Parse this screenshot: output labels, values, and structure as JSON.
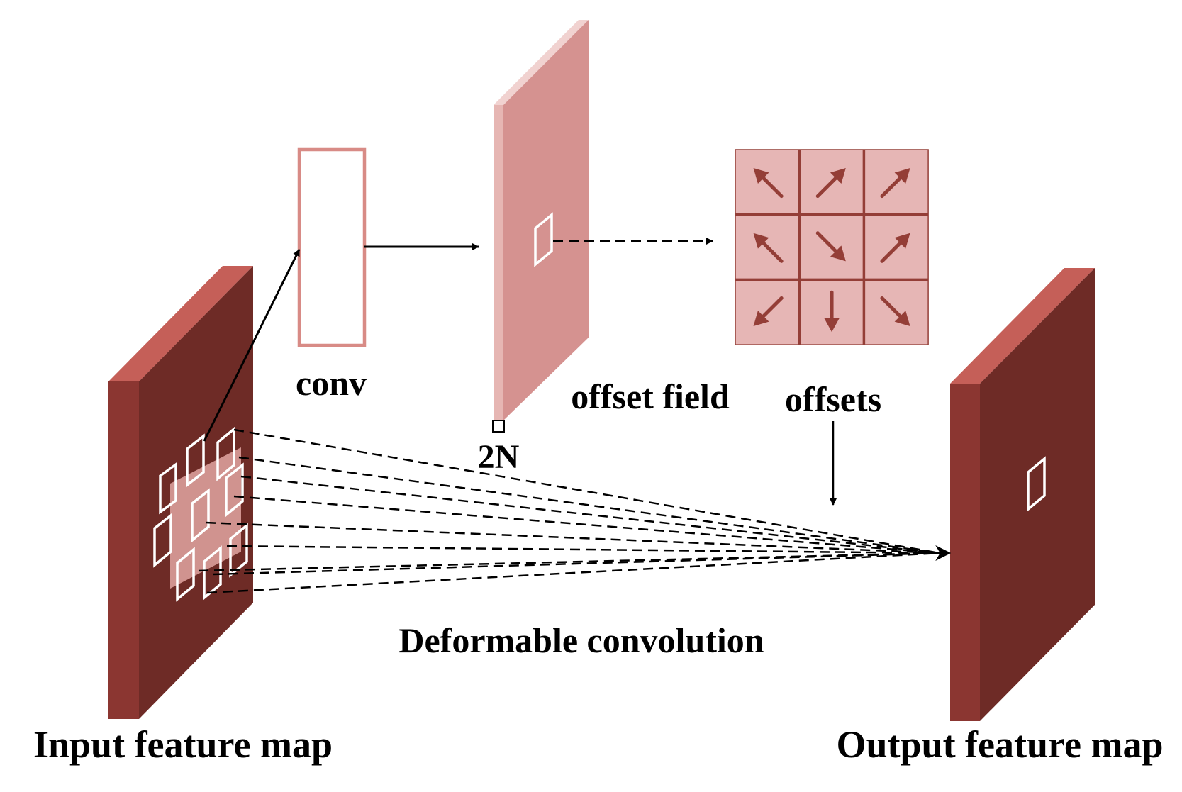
{
  "labels": {
    "conv": "conv",
    "offset_field": "offset field",
    "channels": "2N",
    "offsets": "offsets",
    "deformable_convolution": "Deformable convolution",
    "input_feature_map": "Input feature map",
    "output_feature_map": "Output feature map"
  },
  "offset_arrows": [
    "up-left",
    "up-right",
    "up-right",
    "up-left",
    "down-right",
    "up-right",
    "down-left",
    "down",
    "down-right"
  ],
  "colors": {
    "map_front": "#8B3631",
    "map_side": "#6E2B26",
    "map_top": "#C55F58",
    "offset_field_front": "#D59290",
    "offset_field_side": "#E6B6B3",
    "offset_field_top": "#F1D2D0",
    "offsets_grid_fill": "#E6B6B5",
    "offsets_grid_lines": "#943E37",
    "conv_box_border": "#D88B86",
    "sampling_boxes": "#ffffff",
    "sampling_region": "#E2A6A2",
    "connectors": "#000000"
  }
}
